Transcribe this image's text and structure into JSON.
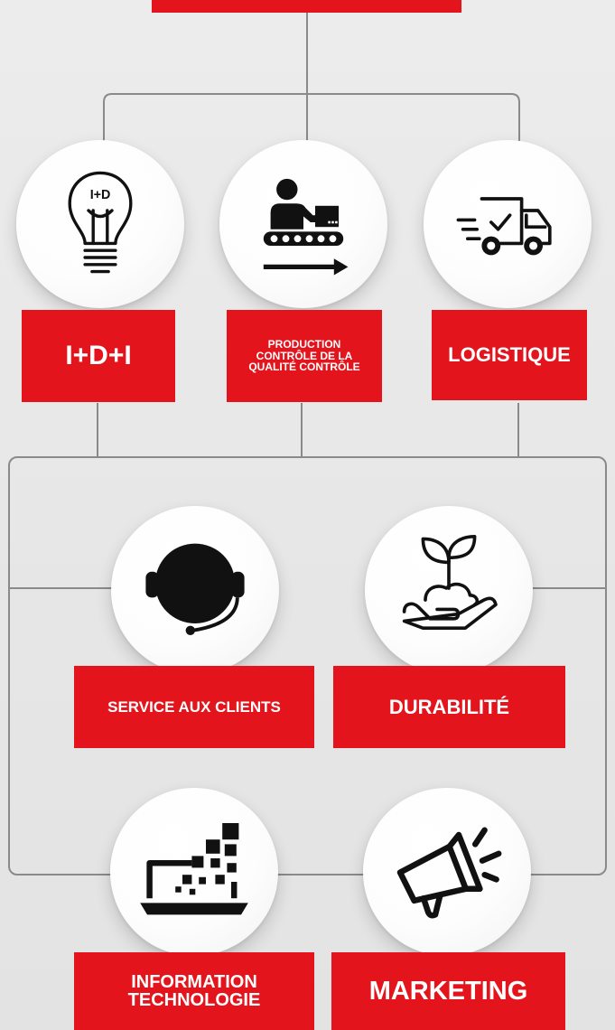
{
  "top": {
    "label": ""
  },
  "nodes": {
    "idi": {
      "label": "I+D+I",
      "icon": "lightbulb-icon",
      "icon_text": "I+D"
    },
    "production": {
      "label": "PRODUCTION CONTRÔLE DE LA QUALITÉ CONTRÔLE",
      "icon": "conveyor-worker-icon"
    },
    "logistique": {
      "label": "LOGISTIQUE",
      "icon": "delivery-truck-icon"
    },
    "service": {
      "label": "SERVICE AUX CLIENTS",
      "icon": "headset-icon"
    },
    "durabilite": {
      "label": "DURABILITÉ",
      "icon": "plant-in-hand-icon"
    },
    "it": {
      "label": "INFORMATION TECHNOLOGIE",
      "icon": "laptop-pixels-icon"
    },
    "marketing": {
      "label": "MARKETING",
      "icon": "megaphone-icon"
    }
  },
  "colors": {
    "accent": "#e3141c",
    "line": "#8a8a8a",
    "icon": "#111111"
  }
}
